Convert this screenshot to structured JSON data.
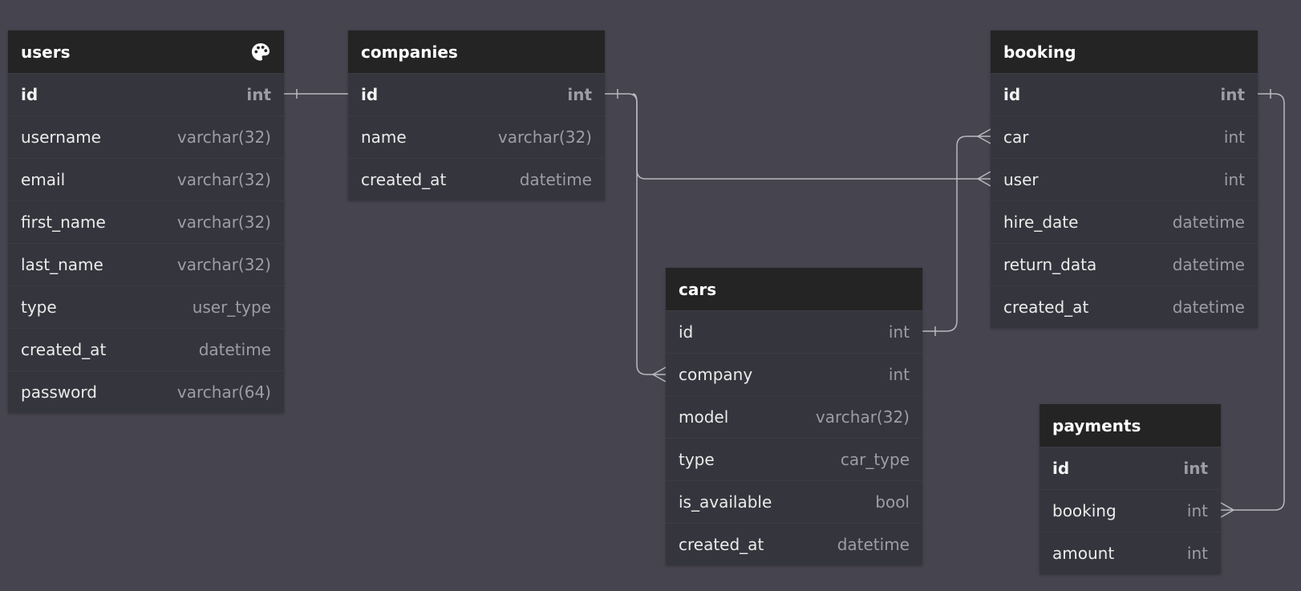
{
  "tables": {
    "users": {
      "name": "users",
      "fields": [
        {
          "name": "id",
          "type": "int"
        },
        {
          "name": "username",
          "type": "varchar(32)"
        },
        {
          "name": "email",
          "type": "varchar(32)"
        },
        {
          "name": "first_name",
          "type": "varchar(32)"
        },
        {
          "name": "last_name",
          "type": "varchar(32)"
        },
        {
          "name": "type",
          "type": "user_type"
        },
        {
          "name": "created_at",
          "type": "datetime"
        },
        {
          "name": "password",
          "type": "varchar(64)"
        }
      ]
    },
    "companies": {
      "name": "companies",
      "fields": [
        {
          "name": "id",
          "type": "int"
        },
        {
          "name": "name",
          "type": "varchar(32)"
        },
        {
          "name": "created_at",
          "type": "datetime"
        }
      ]
    },
    "cars": {
      "name": "cars",
      "fields": [
        {
          "name": "id",
          "type": "int"
        },
        {
          "name": "company",
          "type": "int"
        },
        {
          "name": "model",
          "type": "varchar(32)"
        },
        {
          "name": "type",
          "type": "car_type"
        },
        {
          "name": "is_available",
          "type": "bool"
        },
        {
          "name": "created_at",
          "type": "datetime"
        }
      ]
    },
    "booking": {
      "name": "booking",
      "fields": [
        {
          "name": "id",
          "type": "int"
        },
        {
          "name": "car",
          "type": "int"
        },
        {
          "name": "user",
          "type": "int"
        },
        {
          "name": "hire_date",
          "type": "datetime"
        },
        {
          "name": "return_data",
          "type": "datetime"
        },
        {
          "name": "created_at",
          "type": "datetime"
        }
      ]
    },
    "payments": {
      "name": "payments",
      "fields": [
        {
          "name": "id",
          "type": "int"
        },
        {
          "name": "booking",
          "type": "int"
        },
        {
          "name": "amount",
          "type": "int"
        }
      ]
    }
  },
  "colors": {
    "canvas": "#45444f",
    "table_header": "#242424",
    "table_body": "#35353d",
    "edge": "#b9b9c0"
  },
  "header_icon": "palette-icon"
}
